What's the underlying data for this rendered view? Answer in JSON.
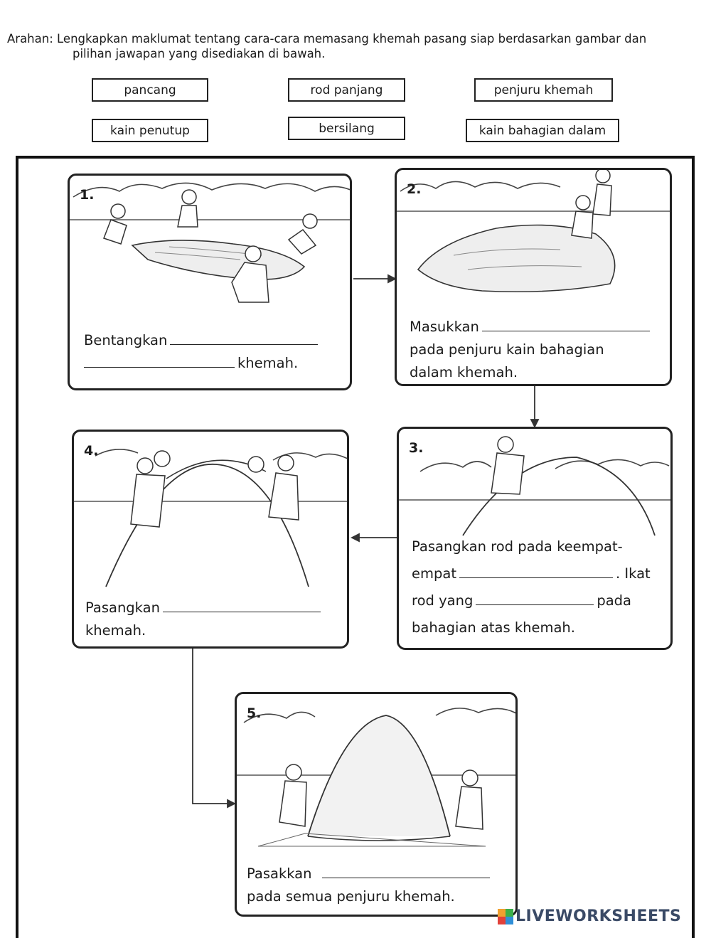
{
  "instruction": {
    "line1": "Arahan: Lengkapkan maklumat tentang cara-cara memasang khemah pasang siap berdasarkan gambar dan",
    "line2": "pilihan jawapan yang disediakan di bawah."
  },
  "choices": [
    "pancang",
    "rod panjang",
    "penjuru khemah",
    "kain penutup",
    "bersilang",
    "kain bahagian dalam"
  ],
  "steps": {
    "s1": {
      "num": "1.",
      "text_a": "Bentangkan",
      "text_b": "khemah."
    },
    "s2": {
      "num": "2.",
      "text_a": "Masukkan",
      "text_b": "pada penjuru kain bahagian",
      "text_c": "dalam khemah."
    },
    "s3": {
      "num": "3.",
      "text_a": "Pasangkan rod pada keempat-",
      "text_b": "empat",
      "text_c": ". Ikat",
      "text_d": "rod yang",
      "text_e": "pada",
      "text_f": "bahagian atas khemah."
    },
    "s4": {
      "num": "4.",
      "text_a": "Pasangkan",
      "text_b": "khemah."
    },
    "s5": {
      "num": "5.",
      "text_a": "Pasakkan",
      "text_b": "pada semua penjuru khemah."
    }
  },
  "branding": {
    "logo_text": "LIVEWORKSHEETS",
    "colors": [
      "#f0a030",
      "#3bb04a",
      "#e2413a",
      "#2f8fd8"
    ]
  }
}
